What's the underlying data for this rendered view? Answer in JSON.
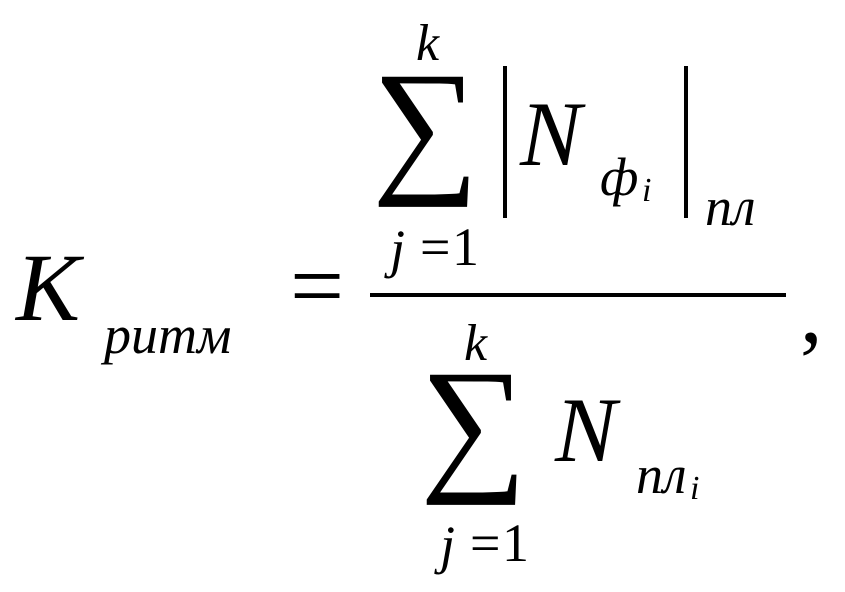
{
  "formula": {
    "lhs_symbol": "K",
    "lhs_subscript": "ритм",
    "equals": "=",
    "numerator": {
      "sum_symbol": "∑",
      "upper_limit": "k",
      "lower_index": "j",
      "lower_equals": "=",
      "lower_value": "1",
      "term_symbol": "N",
      "term_subscript": "ф",
      "term_sub_subscript": "i",
      "outer_subscript": "пл"
    },
    "denominator": {
      "sum_symbol": "∑",
      "upper_limit": "k",
      "lower_index": "j",
      "lower_equals": "=",
      "lower_value": "1",
      "term_symbol": "N",
      "term_subscript": "пл",
      "term_sub_subscript": "i"
    },
    "trailing": ","
  }
}
